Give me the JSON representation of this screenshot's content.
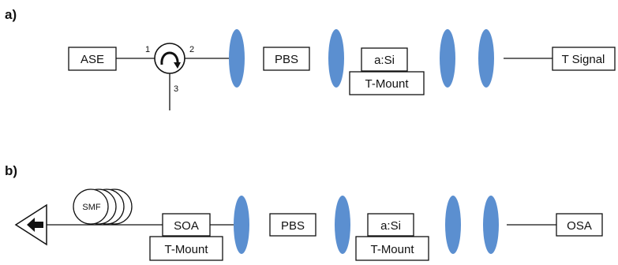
{
  "colors": {
    "lens": "#5b8fd0",
    "line": "#111111",
    "background": "#ffffff"
  },
  "panel_a": {
    "label": "a)",
    "source_box": "ASE",
    "circulator": {
      "port1": "1",
      "port2": "2",
      "port3": "3",
      "icon": "circulator-arrow-icon"
    },
    "pbs_box": "PBS",
    "sample_box": "a:Si",
    "mount_box": "T-Mount",
    "output_box": "T Signal"
  },
  "panel_b": {
    "label": "b)",
    "fiber_label": "SMF",
    "fiber_icon": "fiber-coil-icon",
    "terminator_icon": "arrow-terminator-icon",
    "amp_box": "SOA",
    "amp_mount_box": "T-Mount",
    "pbs_box": "PBS",
    "sample_box": "a:Si",
    "mount_box": "T-Mount",
    "output_box": "OSA"
  }
}
